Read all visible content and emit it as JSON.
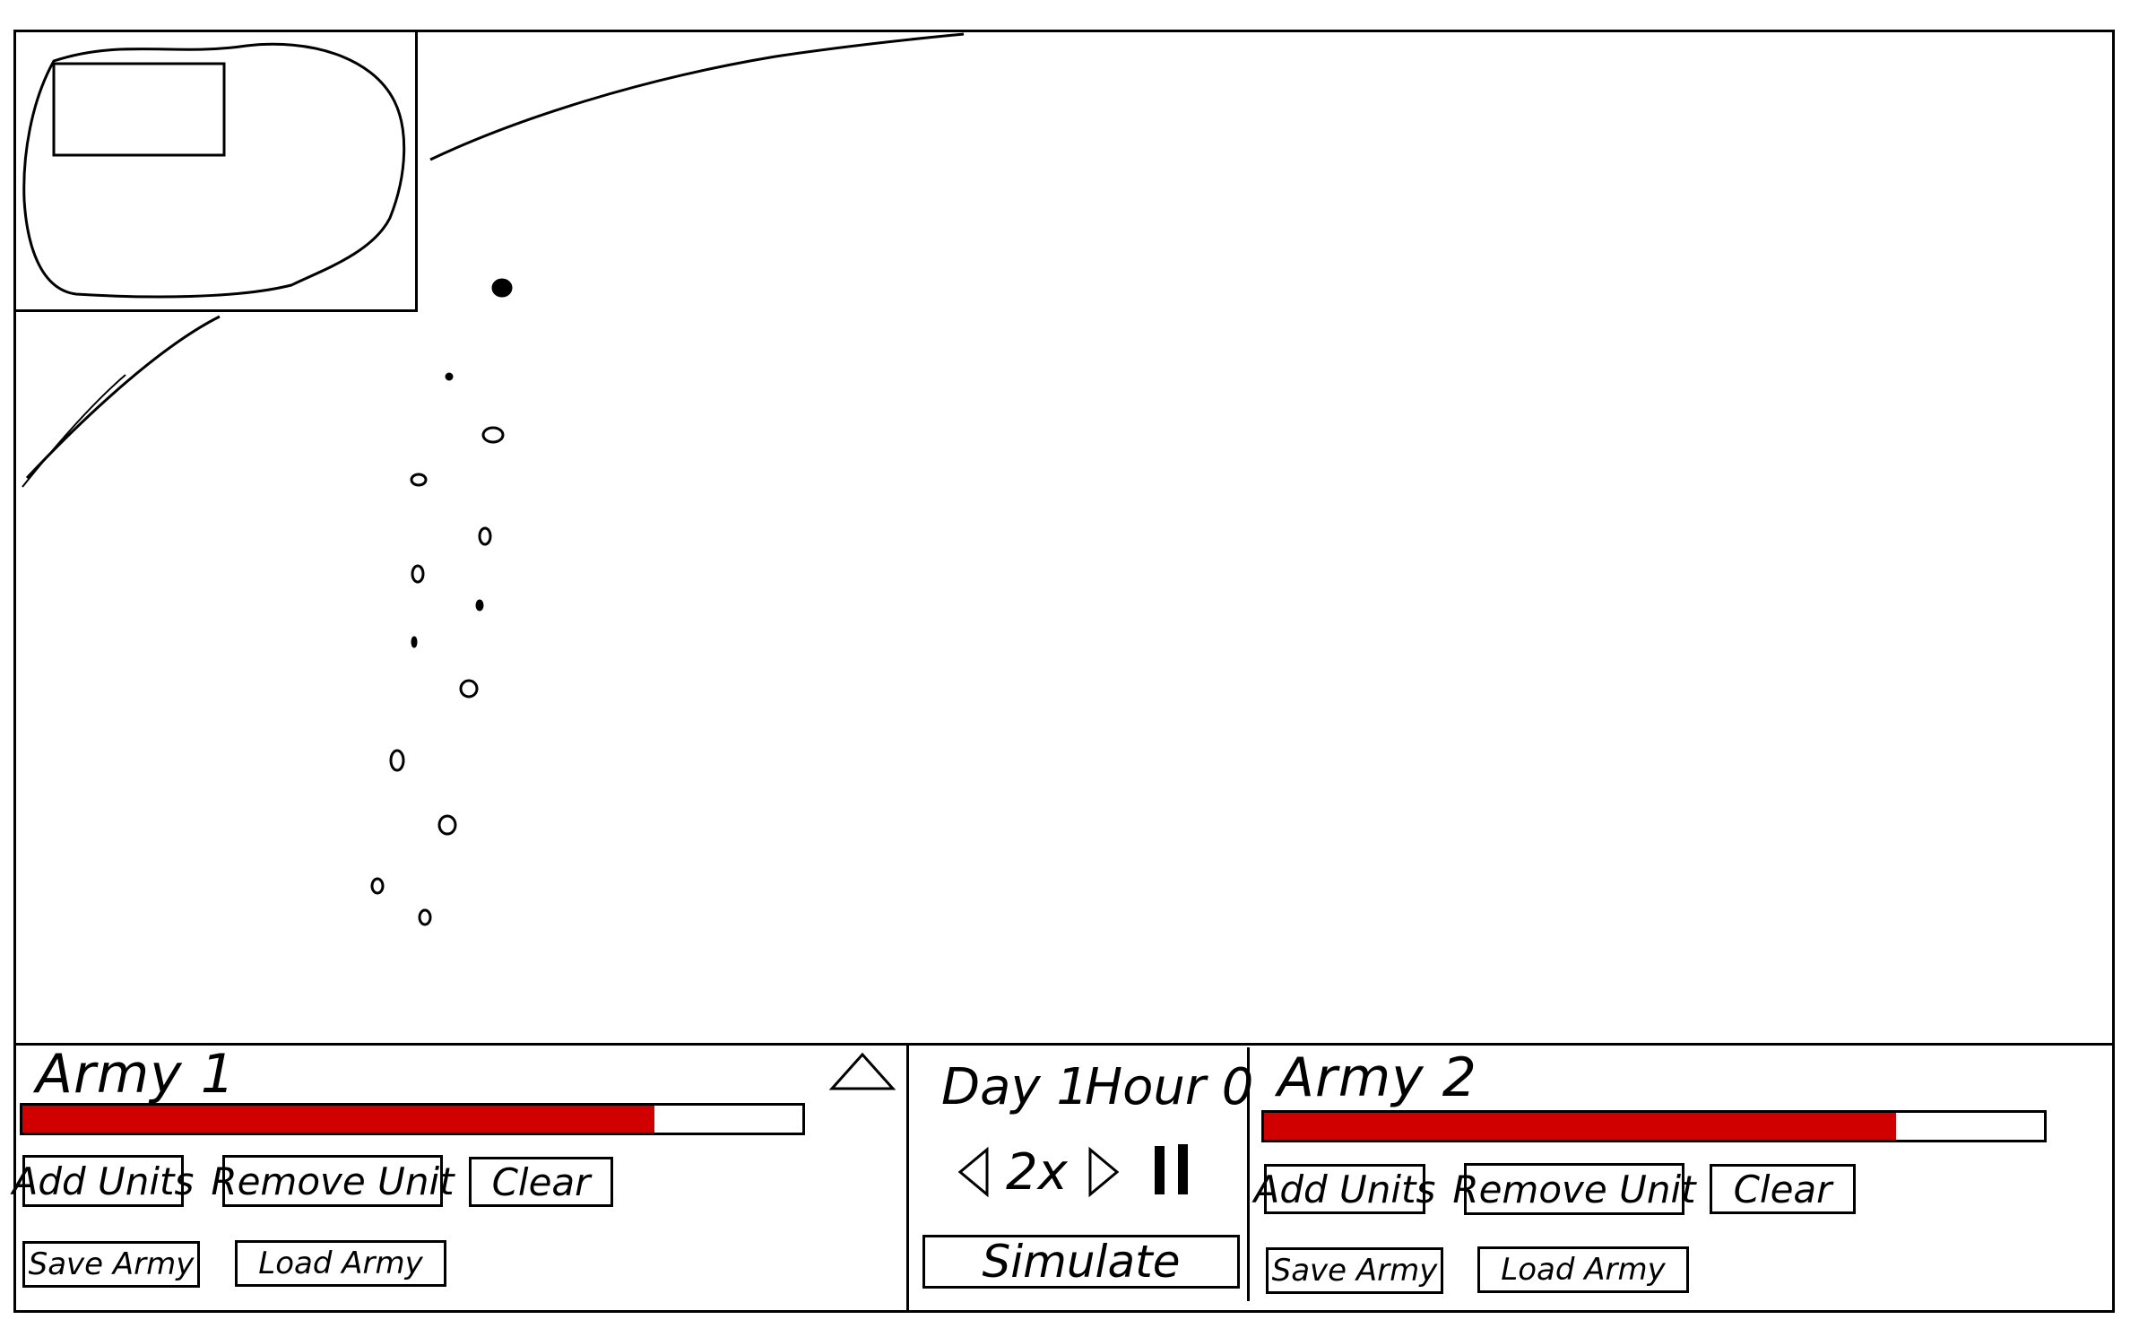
{
  "army1": {
    "title": "Army 1",
    "health": 0.81,
    "health_color": "#d00000",
    "buttons": {
      "add_units": "Add Units",
      "remove_unit": "Remove Unit",
      "clear": "Clear",
      "save_army": "Save Army",
      "load_army": "Load Army"
    }
  },
  "army2": {
    "title": "Army 2",
    "health": 0.81,
    "health_color": "#d00000",
    "buttons": {
      "add_units": "Add Units",
      "remove_unit": "Remove Unit",
      "clear": "Clear",
      "save_army": "Save Army",
      "load_army": "Load Army"
    }
  },
  "sim": {
    "day_label": "Day 1",
    "hour_label": "Hour 0",
    "speed": "2x",
    "simulate_label": "Simulate",
    "icons": {
      "collapse": "triangle-up-icon",
      "slower": "triangle-left-icon",
      "faster": "triangle-right-icon",
      "pause": "pause-icon"
    }
  }
}
